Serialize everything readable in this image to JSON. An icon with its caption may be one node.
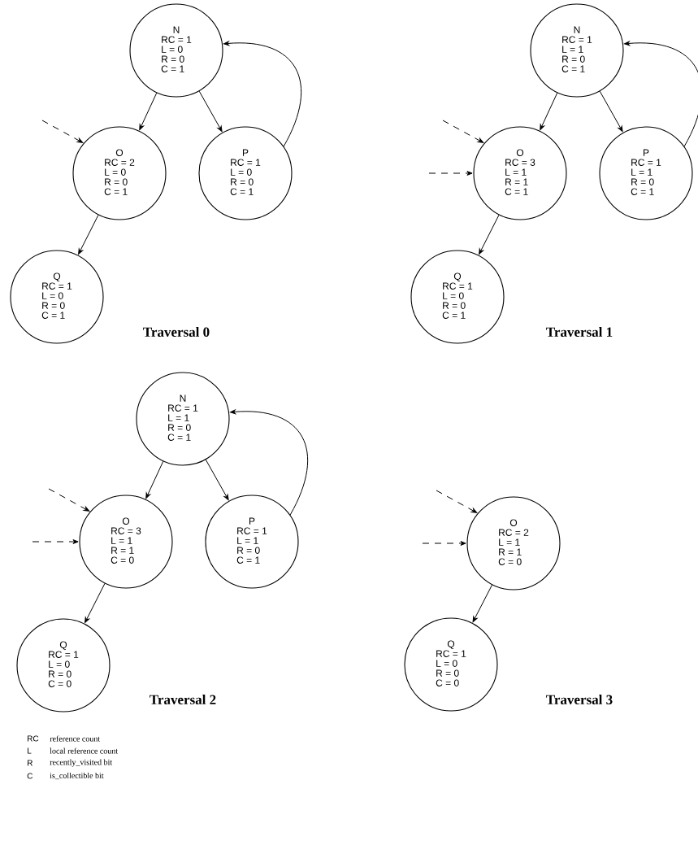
{
  "diagram": {
    "nodes": [
      {
        "text": [
          "N",
          "RC = 1",
          "L = 0",
          "R = 0",
          "C = 1"
        ]
      },
      {
        "text": [
          "O",
          "RC = 2",
          "L = 0",
          "R = 0",
          "C = 1"
        ]
      },
      {
        "text": [
          "P",
          "RC = 1",
          "L = 0",
          "R = 0",
          "C = 1"
        ]
      },
      {
        "text": [
          "Q",
          "RC = 1",
          "L = 0",
          "R = 0",
          "C = 1"
        ]
      },
      {
        "text": [
          "N",
          "RC = 1",
          "L = 1",
          "R = 0",
          "C = 1"
        ]
      },
      {
        "text": [
          "O",
          "RC = 3",
          "L = 1",
          "R = 1",
          "C = 1"
        ]
      },
      {
        "text": [
          "P",
          "RC = 1",
          "L = 1",
          "R = 0",
          "C = 1"
        ]
      },
      {
        "text": [
          "Q",
          "RC = 1",
          "L = 0",
          "R = 0",
          "C = 1"
        ]
      },
      {
        "text": [
          "N",
          "RC = 1",
          "L = 1",
          "R = 0",
          "C = 1"
        ]
      },
      {
        "text": [
          "O",
          "RC = 3",
          "L = 1",
          "R = 1",
          "C = 0"
        ]
      },
      {
        "text": [
          "P",
          "RC = 1",
          "L = 1",
          "R = 0",
          "C = 1"
        ]
      },
      {
        "text": [
          "Q",
          "RC = 1",
          "L = 0",
          "R = 0",
          "C = 0"
        ]
      },
      {
        "text": [
          "O",
          "RC = 2",
          "L = 1",
          "R = 1",
          "C = 0"
        ]
      },
      {
        "text": [
          "Q",
          "RC = 1",
          "L = 0",
          "R = 0",
          "C = 0"
        ]
      }
    ],
    "edges": [
      {
        "from": 0,
        "to": 1,
        "arrow": "to"
      },
      {
        "from": 0,
        "to": 2,
        "arrow": "to"
      },
      {
        "from": 2,
        "to": 0,
        "arrow": "to"
      },
      {
        "from": 1,
        "to": 3,
        "arrow": "to"
      },
      {
        "from": null,
        "to": 1,
        "arrow": "to",
        "style": "dashed"
      },
      {
        "from": 4,
        "to": 5,
        "arrow": "to"
      },
      {
        "from": 4,
        "to": 6,
        "arrow": "to"
      },
      {
        "from": 6,
        "to": 4,
        "arrow": "to"
      },
      {
        "from": 5,
        "to": 7,
        "arrow": "to"
      },
      {
        "from": null,
        "to": 5,
        "arrow": "to",
        "style": "dashed"
      },
      {
        "from": null,
        "to": 5,
        "arrow": "to",
        "style": "dashed"
      },
      {
        "from": 8,
        "to": 9,
        "arrow": "to"
      },
      {
        "from": 8,
        "to": 10,
        "arrow": "to"
      },
      {
        "from": 10,
        "to": 8,
        "arrow": "to"
      },
      {
        "from": 9,
        "to": 11,
        "arrow": "to"
      },
      {
        "from": null,
        "to": 9,
        "arrow": "to",
        "style": "dashed"
      },
      {
        "from": null,
        "to": 9,
        "arrow": "to",
        "style": "dashed"
      },
      {
        "from": 12,
        "to": 13,
        "arrow": "to"
      },
      {
        "from": null,
        "to": 12,
        "arrow": "to",
        "style": "dashed"
      },
      {
        "from": null,
        "to": 12,
        "arrow": "to",
        "style": "dashed"
      }
    ],
    "labels": [
      "Traversal 0",
      "Traversal 1",
      "Traversal 2",
      "Traversal 3",
      "RC",
      "reference count",
      "L",
      "local reference count",
      "R",
      "recently_visited bit",
      "C",
      "is_collectible bit"
    ]
  }
}
